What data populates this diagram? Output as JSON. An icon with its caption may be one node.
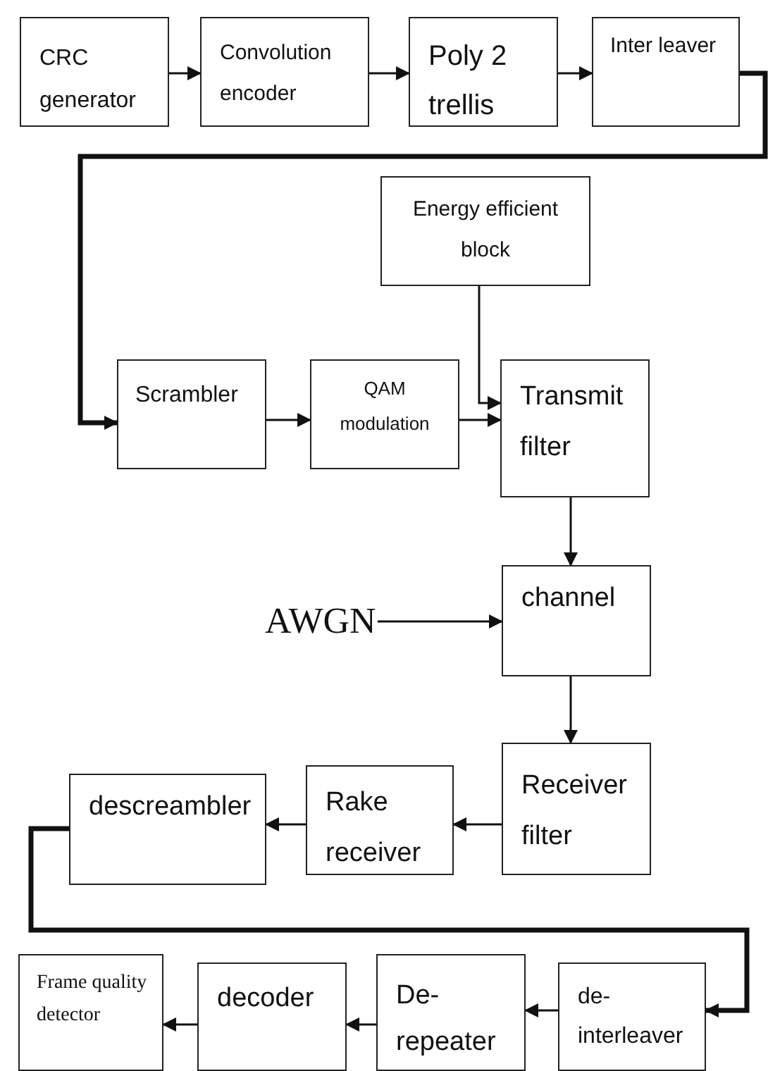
{
  "diagram": {
    "nodes": [
      {
        "text": [
          "CRC generator"
        ]
      },
      {
        "text": [
          "Convolution encoder"
        ]
      },
      {
        "text": [
          "Poly 2 trellis"
        ]
      },
      {
        "text": [
          "Inter leaver"
        ]
      },
      {
        "text": [
          "Energy efficient block"
        ]
      },
      {
        "text": [
          "Scrambler"
        ]
      },
      {
        "text": [
          "QAM modulation"
        ]
      },
      {
        "text": [
          "Transmit filter"
        ]
      },
      {
        "text": [
          "AWGN"
        ]
      },
      {
        "text": [
          "channel"
        ]
      },
      {
        "text": [
          "Receiver filter"
        ]
      },
      {
        "text": [
          "Rake receiver"
        ]
      },
      {
        "text": [
          "descreambler"
        ]
      },
      {
        "text": [
          "de-interleaver"
        ]
      },
      {
        "text": [
          "De-repeater"
        ]
      },
      {
        "text": [
          "decoder"
        ]
      },
      {
        "text": [
          "Frame quality detector"
        ]
      }
    ],
    "edges": [
      {
        "from": 0,
        "to": 1,
        "arrow": "to"
      },
      {
        "from": 1,
        "to": 2,
        "arrow": "to"
      },
      {
        "from": 2,
        "to": 3,
        "arrow": "to"
      },
      {
        "from": 3,
        "to": 5,
        "arrow": "to",
        "style": "thick"
      },
      {
        "from": 5,
        "to": 6,
        "arrow": "to"
      },
      {
        "from": 6,
        "to": 7,
        "arrow": "to"
      },
      {
        "from": 4,
        "to": 7,
        "arrow": "to"
      },
      {
        "from": 7,
        "to": 9,
        "arrow": "to"
      },
      {
        "from": 8,
        "to": 9,
        "arrow": "to"
      },
      {
        "from": 9,
        "to": 10,
        "arrow": "to"
      },
      {
        "from": 10,
        "to": 11,
        "arrow": "to"
      },
      {
        "from": 11,
        "to": 12,
        "arrow": "to"
      },
      {
        "from": 12,
        "to": 13,
        "arrow": "to",
        "style": "thick"
      },
      {
        "from": 13,
        "to": 14,
        "arrow": "to"
      },
      {
        "from": 14,
        "to": 15,
        "arrow": "to"
      },
      {
        "from": 15,
        "to": 16,
        "arrow": "to"
      }
    ]
  }
}
